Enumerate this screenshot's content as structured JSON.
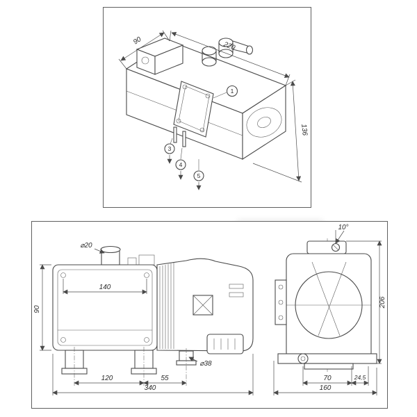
{
  "iso": {
    "dim_depth": "90",
    "dim_length": "220",
    "dim_height": "136",
    "callout_1": "1",
    "callout_3": "3",
    "callout_4": "4",
    "callout_5": "5"
  },
  "side": {
    "dim_pipe_dia": "⌀20",
    "dim_bracket_holes": "140",
    "dim_height": "90",
    "dim_feet_span": "120",
    "dim_foot_to_exhaust": "55",
    "dim_overall_length": "340",
    "dim_exhaust_dia": "⌀38"
  },
  "end": {
    "dim_angle": "10°",
    "dim_overall_height": "206",
    "dim_holes_span": "70",
    "dim_offset": "24,5",
    "dim_overall_width": "160"
  },
  "colors": {
    "line": "#4a4a4a",
    "text": "#2b2b2b",
    "panel_border": "#5f5f5f"
  }
}
